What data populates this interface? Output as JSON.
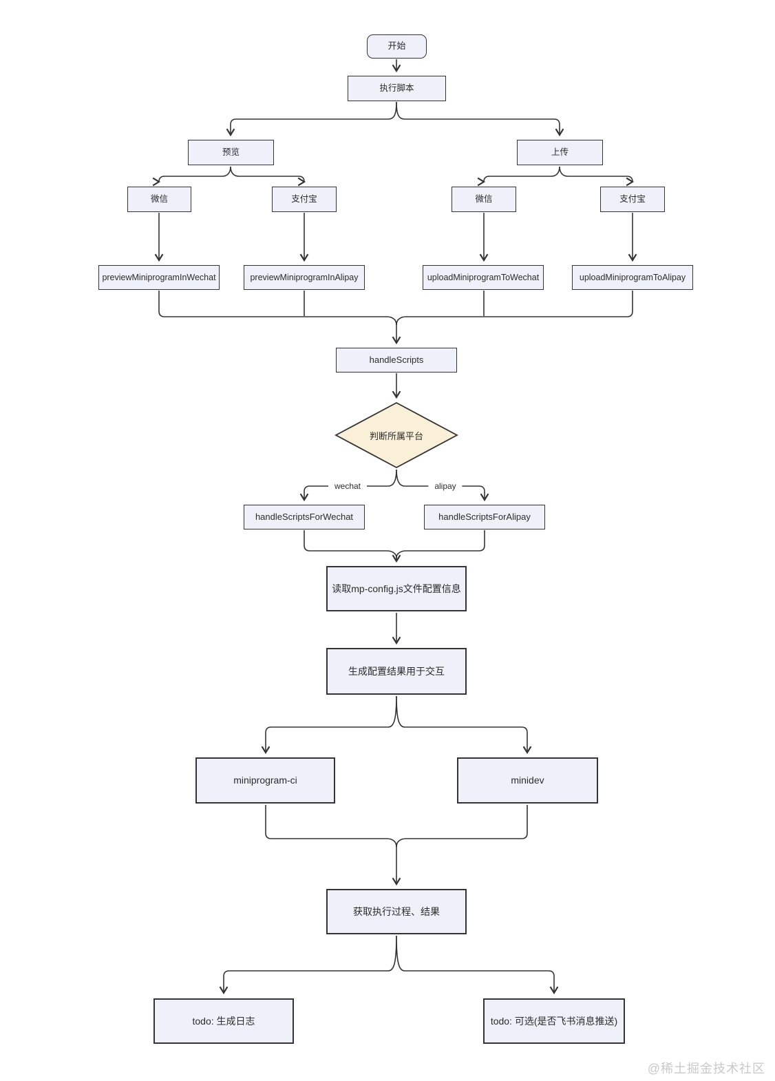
{
  "watermark": "@稀土掘金技术社区",
  "edge_labels": {
    "wechat": "wechat",
    "alipay": "alipay"
  },
  "nodes": {
    "start": {
      "label": "开始"
    },
    "run_script": {
      "label": "执行脚本"
    },
    "preview": {
      "label": "预览"
    },
    "upload": {
      "label": "上传"
    },
    "preview_wechat": {
      "label": "微信"
    },
    "preview_alipay": {
      "label": "支付宝"
    },
    "upload_wechat": {
      "label": "微信"
    },
    "upload_alipay": {
      "label": "支付宝"
    },
    "fn_preview_wechat": {
      "label": "previewMiniprogramInWechat"
    },
    "fn_preview_alipay": {
      "label": "previewMiniprogramInAlipay"
    },
    "fn_upload_wechat": {
      "label": "uploadMiniprogramToWechat"
    },
    "fn_upload_alipay": {
      "label": "uploadMiniprogramToAlipay"
    },
    "handle_scripts": {
      "label": "handleScripts"
    },
    "decision_platform": {
      "label": "判断所属平台"
    },
    "handle_scripts_wechat": {
      "label": "handleScriptsForWechat"
    },
    "handle_scripts_alipay": {
      "label": "handleScriptsForAlipay"
    },
    "read_config": {
      "label": "读取mp-config.js文件配置信息"
    },
    "gen_config": {
      "label": "生成配置结果用于交互"
    },
    "miniprogram_ci": {
      "label": "miniprogram-ci"
    },
    "minidev": {
      "label": "minidev"
    },
    "get_result": {
      "label": "获取执行过程、结果"
    },
    "todo_log": {
      "label": "todo: 生成日志"
    },
    "todo_feishu": {
      "label": "todo: 可选(是否飞书消息推送)"
    }
  },
  "colors": {
    "node_fill": "#eef1f9",
    "node_border": "#333333",
    "decision_fill": "#faf0d8",
    "line": "#333333",
    "watermark": "#c9c9c9"
  }
}
